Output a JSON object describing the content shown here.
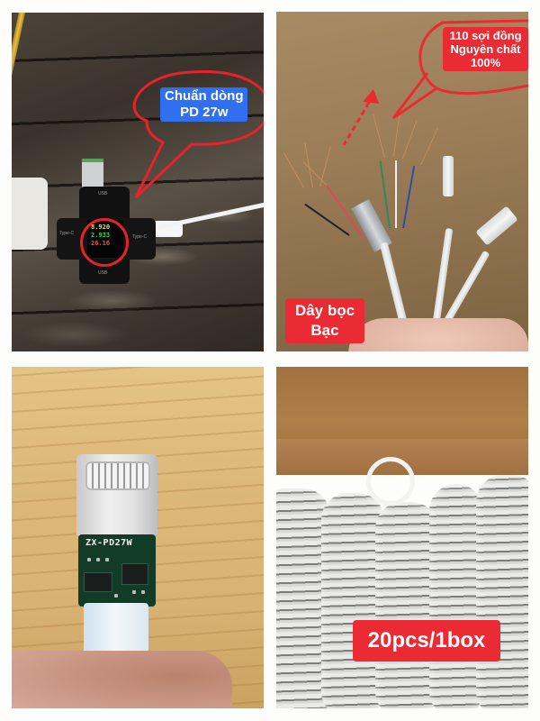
{
  "collage": {
    "layout": "2x2 grid",
    "background_color": "#fdfdfb",
    "panels": [
      {
        "id": "top-left",
        "scene": "USB power meter plugged into wall charger on stone surface",
        "callout": {
          "lines": [
            "Chuẩn dòng",
            "PD 27w"
          ],
          "style": "blue label in red speech bubble",
          "color": "#2f6ff0",
          "bubble_color": "#e8222a"
        },
        "meter_readings": {
          "voltage": "8.920",
          "current": "2.933",
          "power": "26.16"
        },
        "meter_labels": [
          "USB",
          "Type-C",
          "Type-C",
          "USB"
        ]
      },
      {
        "id": "top-right",
        "scene": "Stripped white cable showing copper strands, colored wires and silver foil shield on cardboard",
        "callout_top": {
          "lines": [
            "110 sợi đồng",
            "Nguyên chất",
            "100%"
          ],
          "style": "red label in red speech bubble",
          "color": "#ea2b34"
        },
        "callout_bottom": {
          "lines": [
            "Dây bọc",
            "Bạc"
          ],
          "style": "red label with red dashed arrow",
          "color": "#ea2b34"
        }
      },
      {
        "id": "bottom-left",
        "scene": "Lightning connector held between fingers showing green PCB on wood background",
        "pcb_marking": "ZX-PD27W"
      },
      {
        "id": "bottom-right",
        "scene": "Cardboard box full of coiled white cables in bags",
        "callout": {
          "text": "20pcs/1box",
          "color": "#ea2b34"
        }
      }
    ]
  }
}
